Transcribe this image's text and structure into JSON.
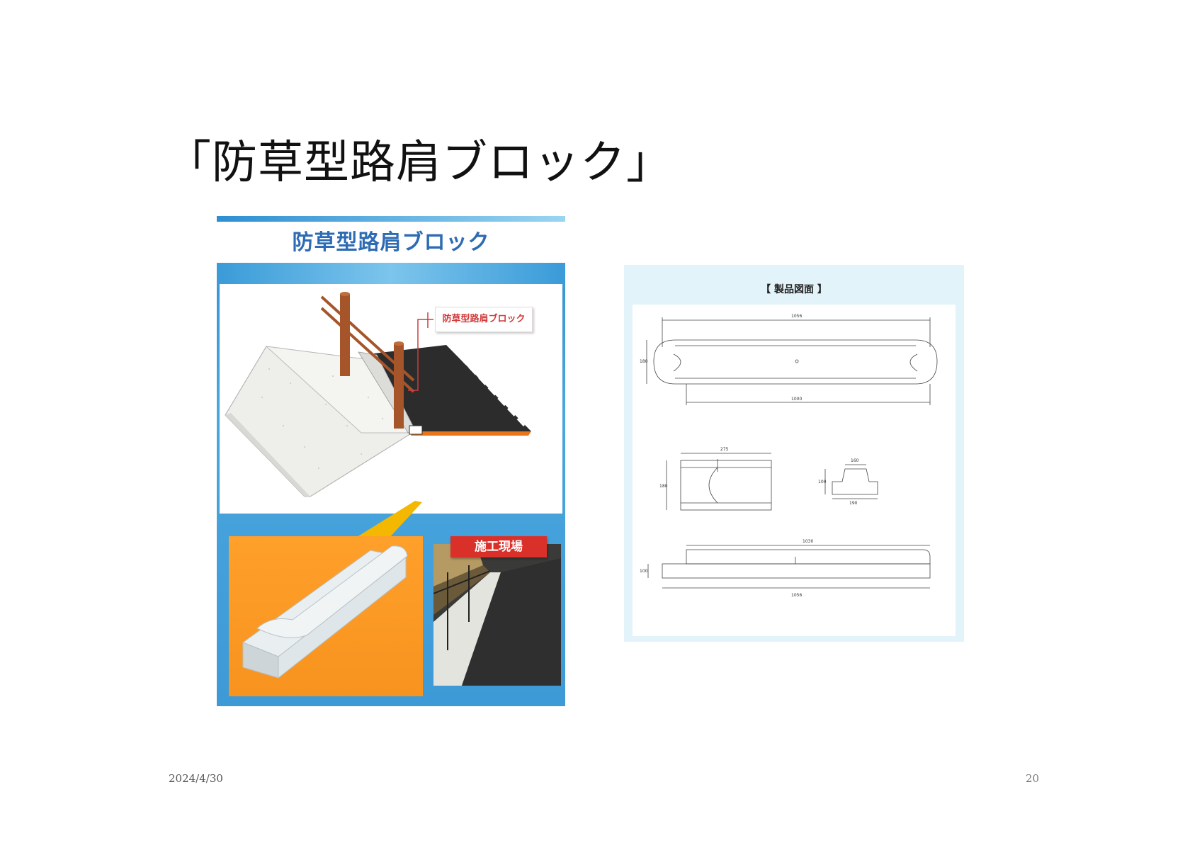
{
  "slide": {
    "title": "「防草型路肩ブロック」",
    "footer_date": "2024/4/30",
    "page_number": "20"
  },
  "brochure": {
    "title": "防草型路肩ブロック",
    "callout_label": "防草型路肩ブロック",
    "site_label": "施工現場"
  },
  "drawing": {
    "title": "【 製品図面 】",
    "dimensions": {
      "top_width": "1056",
      "top_inner": "1000",
      "top_height": "180",
      "section_width": "275",
      "section_height": "180",
      "small_width_top": "160",
      "small_height": "100",
      "small_width_bottom": "190",
      "bottom_top": "1030",
      "bottom_height": "100",
      "bottom_width": "1056"
    }
  },
  "colors": {
    "brochure_blue": "#3d9ad6",
    "brochure_title": "#2d6bb4",
    "accent_red": "#d9302a",
    "product_orange": "#f7931e",
    "drawing_bg": "#e2f3fa"
  }
}
